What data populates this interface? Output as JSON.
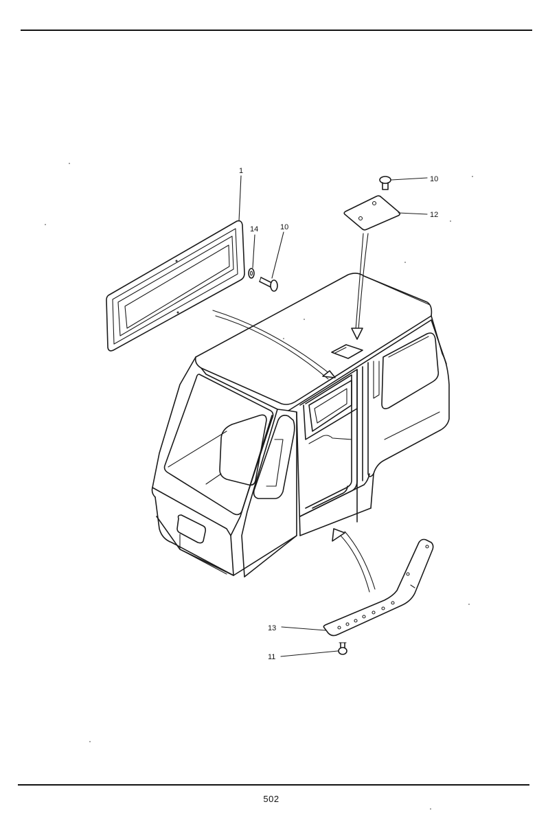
{
  "header": {
    "fragment": ""
  },
  "page": {
    "number": "502"
  },
  "callouts": {
    "c1": "1",
    "c14": "14",
    "c10a": "10",
    "c10b": "10",
    "c12": "12",
    "c13": "13",
    "c11": "11"
  }
}
